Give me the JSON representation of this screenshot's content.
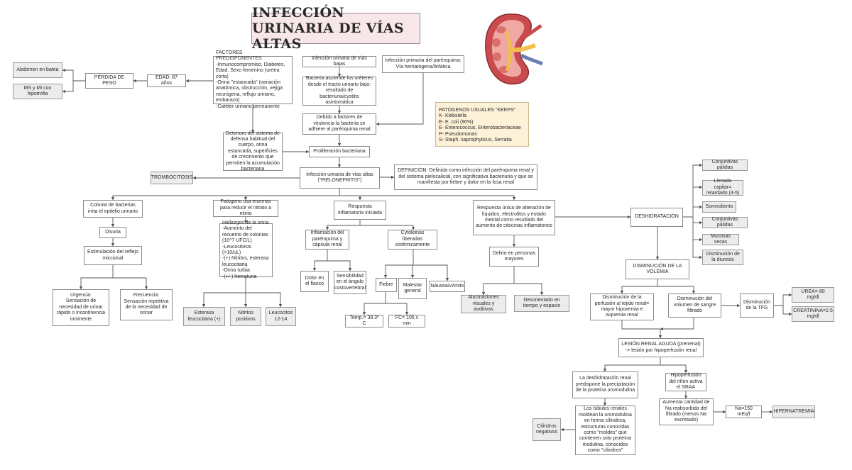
{
  "title": "INFECCIÓN URINARIA DE VÍAS ALTAS",
  "pathogens_note": "PATÓGENOS USUALES \"KEEPS\"\nK- Klebsiella\nE- E. coli (90%)\nE- Enterococcus, Enterobacteriaceae\nP- Pseudomonas\nS- Staph. saprophyticus, Serratia",
  "nodes": {
    "factores": "FACTORES PREDISPONENTES\n-Inmunocompromiso, Diabetes, Edad, Sexo femenino (uretra corta)\n-Orina \"estancada\" (variación anatómica, obstrucción, vejiga neurógena, reflujo urinario, embarazo)\n-Catéter urinario permanente",
    "edad": "EDAD: 87 años",
    "perdida_peso": "PÉRDIDA DE PESO",
    "abdomen": "Abdomen en batea",
    "ms_mi": "MS y MI con hipotrofia",
    "infeccion_bajas": "Infección urinaria de vías bajas",
    "infeccion_primaria": "Infección primaria del parénquima:\nVía hematógena/linfática",
    "bacteria_asciende": "Bacteria asciende los uréteres desde el tracto urinario bajo: resultado de bacteriuria/cystitis asintomática",
    "factores_virulencia": "Debido a factores de virulencia la bacteria se adhiere al parénquima renal",
    "deterioro": "Deterioro del sistema de defensa habitual del cuerpo, orina estancada, superficies de crecimiento que permiten la acumulación bacteriana",
    "proliferacion": "Proliferación bacteriana",
    "pielonefritis": "Infección urinaria de vías altas (\"PIELONEFRITIS\")",
    "definicion": "DEFINICIÓN: Definida como infección del parénquima renal y del sistema pielocalicial, con significativa bacteriuria y que se manifiesta por fiebre y dolor en la fosa renal",
    "trombocitosis": "TROMBOCITOSIS",
    "colonia": "Colonia de bacterias irrita el epitelio urinario",
    "disuria": "Disuria",
    "estimulacion": "Estimulación del reflejo miccional",
    "urgencia": "Urgencia:\nSensación de necesidad de urinar rápido o incontinencia inminente",
    "frecuencia": "Frecuencia:\nSensación repetitiva de la necesidad de orinar",
    "patogeno_enzimas": "Patógeno usa enzimas para reducir el nitrato a nitrito",
    "hallazgos": "Hallazgos de la orina\n-Aumento del recuento de colonias (10^7 UFC/L)\n-Leucocitosis (>10/uL)\n-(+) Nitritos, esterasa leucocitaria\n-Orina turbia\n-(+/-) hematuria",
    "esterasa": "Esterasa leucocitaria (+)",
    "nitritos": "Nitritos positivos",
    "leucocitos": "Leucocitos 12-14",
    "respuesta_inflamatoria": "Respuesta inflamatoria iniciada",
    "inflamacion": "Inflamación del parénquima y cápsula renal",
    "citoquinas": "Cytoleinas liberadas sistémicamente",
    "dolor_flanco": "Dolor en el flanco",
    "sensibilidad": "Sensibilidad en el ángulo costovertebral",
    "fiebre": "Fiebre",
    "malestar": "Malestar general",
    "nausea": "Náusea/vómito",
    "temp": "Temp.= 38.3º C",
    "fc": "FC= 105 x min",
    "respuesta_unica": "Respuesta única de alteración de líquidos, electrolitos y estado mental como resultado del aumento de citocinas inflamatorios",
    "delirio": "Delirio en personas mayores",
    "alucinaciones": "Alucinaciones visuales y auditivas",
    "desorientado": "Desorientado en tiempo y espacio",
    "deshidratacion": "DESHIDRATACIÓN",
    "conj1": "Conjuntivas pálidas",
    "llenado": "Llenado capilar= retardado (4-5)",
    "somnoliento": "Somnoliento",
    "conj2": "Conjuntivas pálidas",
    "mucosas": "Mucosas secas",
    "diuresis": "Disminución de la diuresis",
    "volemia": "DISMINUCIÓN DE LA VOLEMIA",
    "perfusion": "Disminución de la perfusión al tejido renal= mayor hipoxemia e isquemia renal",
    "volumen_sangre": "Disminución del volumen de sangre filtrado",
    "tfg": "Disminución de la TFG",
    "urea": "UREA= 80 mg/dl",
    "creatinina": "CREATININA=2.5 mg/dl",
    "lra": "LESIÓN RENAL AGUDA (prerrenal)\n-> lesión por hipoperfusión renal",
    "deshidratacion_renal": "La deshidratación renal predispone la precipitación de la proteína uromodulina",
    "hipoperfusion": "Hipoperfusión del riñón activa el SRAA",
    "tubulos": "Los túbulos renales moldean la uromodulina en forma cilíndrica, estructuras conocidas como \"moldes\" que contienen solo proteína modulina, conocidos como \"cilindros\"",
    "cilindros": "Cilindros negativos",
    "na_reabsorbido": "Aumenta cantidad de Na reabsorbida del filtrado (menos Na excretado)",
    "na_valor": "Na=150 mEq/l",
    "hipernatremia": "HIPERNATREMIA"
  },
  "colors": {
    "title_bg": "#f8e7e9",
    "note_bg": "#fdf2d8",
    "line": "#555555",
    "kidney_outer": "#c94b4e",
    "kidney_inner": "#f0a8a5",
    "ureter": "#f0c04a"
  }
}
